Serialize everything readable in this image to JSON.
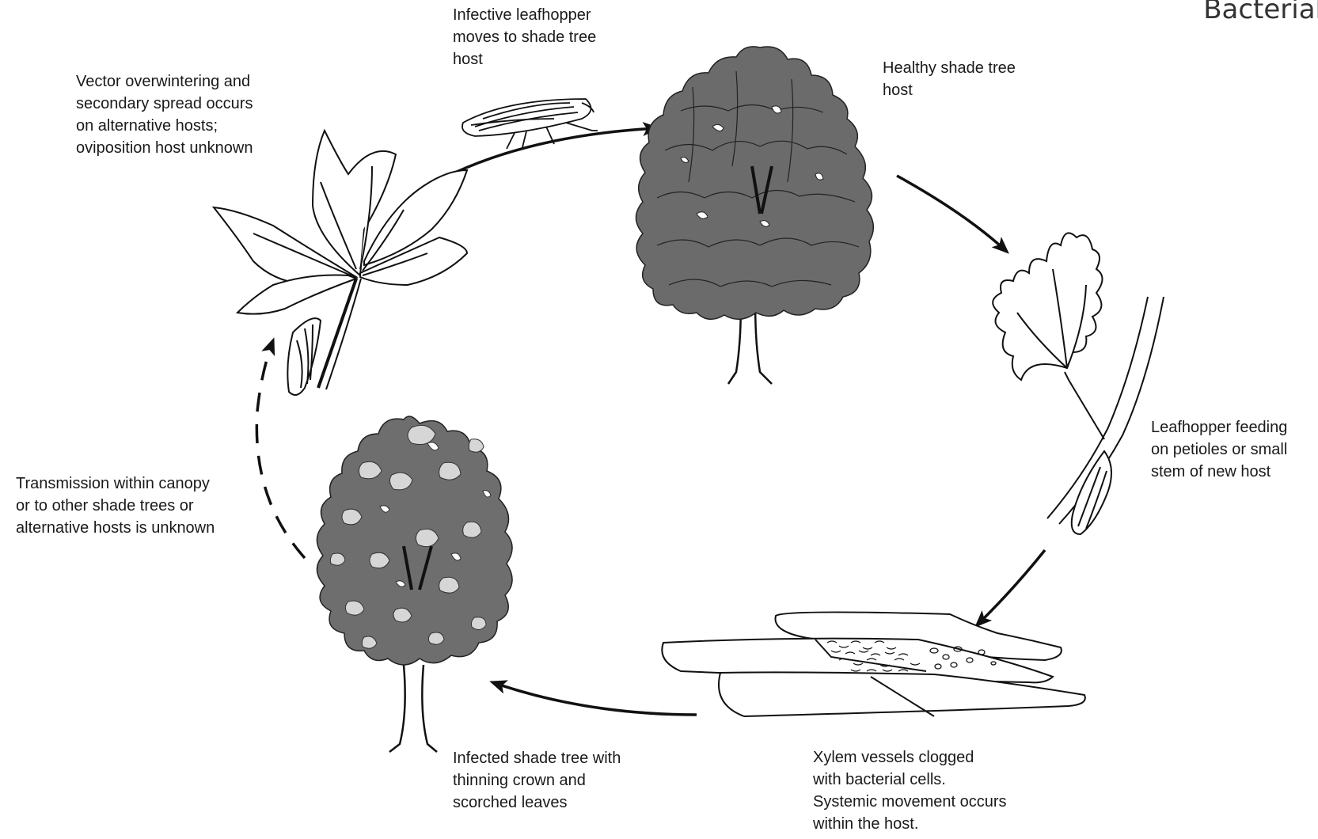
{
  "corner_title": "Bacterial",
  "labels": {
    "infective_leafhopper": "Infective leafhopper\nmoves to shade tree\nhost",
    "healthy_tree": "Healthy shade tree\nhost",
    "vector_overwintering": "Vector overwintering and\nsecondary spread occurs\non alternative hosts;\noviposition host unknown",
    "leafhopper_feeding": "Leafhopper feeding\non petioles or small\nstem of new host",
    "transmission": "Transmission within canopy\nor to other shade trees or\nalternative hosts is unknown",
    "infected_tree": "Infected shade tree with\nthinning crown and\nscorched leaves",
    "xylem": "Xylem vessels clogged\nwith bacterial cells.\nSystemic movement occurs\nwithin the host."
  },
  "colors": {
    "healthy_foliage": "#6b6b6b",
    "infected_dark": "#6e6e6e",
    "infected_light": "#d6d6d6",
    "outline": "#111111"
  }
}
